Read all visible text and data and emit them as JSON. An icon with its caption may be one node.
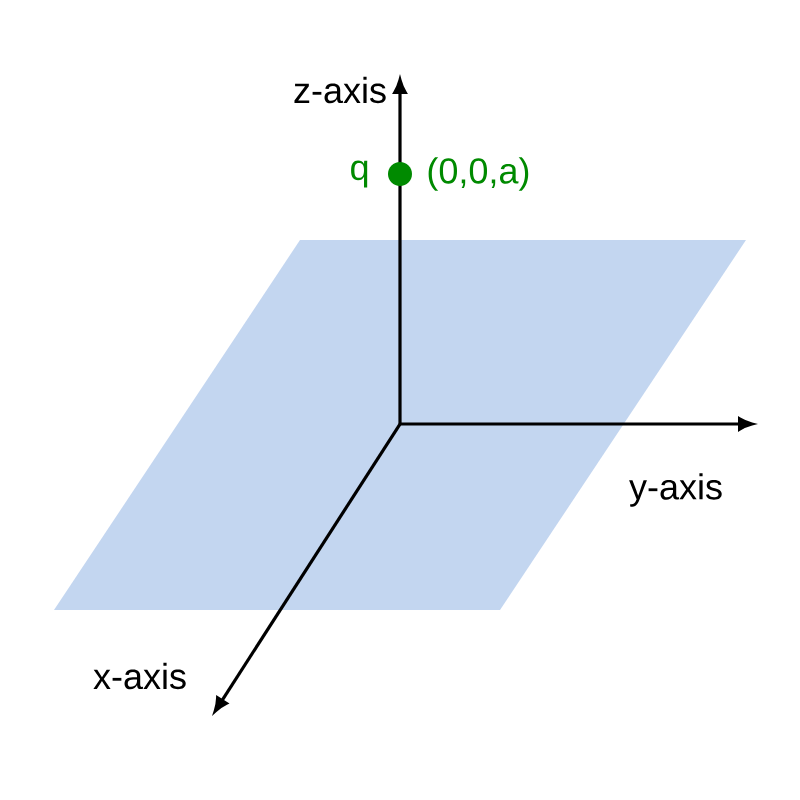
{
  "diagram": {
    "labels": [
      "z-axis",
      "q",
      "(0,0,a)",
      "y-axis",
      "x-axis"
    ]
  }
}
